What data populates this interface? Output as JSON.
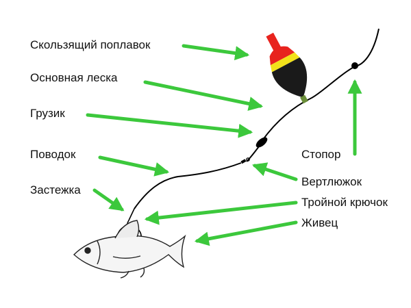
{
  "labels": {
    "float": "Скользящий поплавок",
    "main_line": "Основная леска",
    "sinker": "Грузик",
    "leader": "Поводок",
    "clasp": "Застежка",
    "stopper": "Стопор",
    "swivel": "Вертлюжок",
    "treble_hook": "Тройной крючок",
    "live_bait": "Живец"
  },
  "colors": {
    "arrow": "#3cc83c",
    "line": "#000000",
    "float_tip": "#e8231e",
    "float_band": "#f2e21b",
    "float_body": "#1a1a1a",
    "text": "#111111"
  }
}
